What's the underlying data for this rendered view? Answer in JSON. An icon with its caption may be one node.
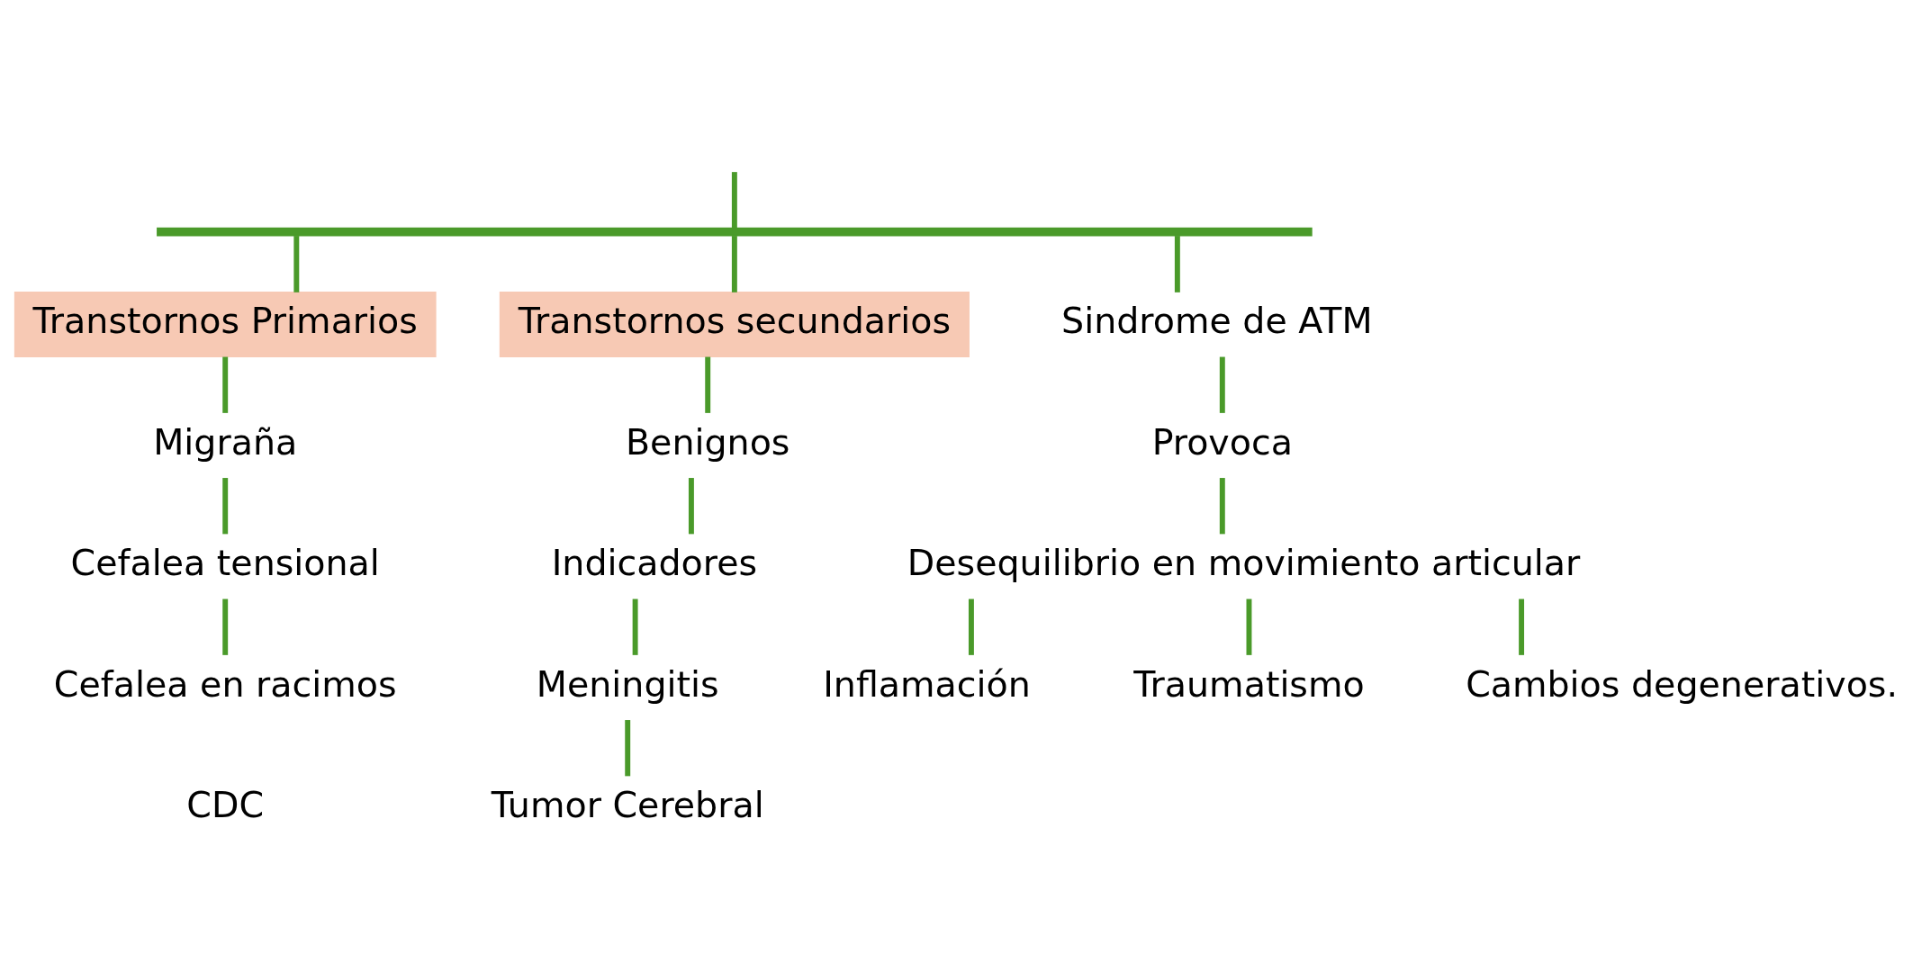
{
  "diagram": {
    "nodes": [
      {
        "text": [],
        "shape": "bar"
      },
      {
        "text": [
          "Transtornos Primarios"
        ]
      },
      {
        "text": [
          "Transtornos secundarios"
        ]
      },
      {
        "text": [
          "Sindrome de ATM"
        ]
      },
      {
        "text": [
          "Migraña"
        ]
      },
      {
        "text": [
          "Cefalea tensional"
        ]
      },
      {
        "text": [
          "Cefalea en racimos"
        ]
      },
      {
        "text": [
          "Benignos"
        ]
      },
      {
        "text": [
          "Indicadores"
        ]
      },
      {
        "text": [
          "Meningitis"
        ]
      },
      {
        "text": [
          "Tumor Cerebral"
        ]
      },
      {
        "text": [
          "Provoca"
        ]
      },
      {
        "text": [
          "Desequilibrio en movimiento articular"
        ]
      },
      {
        "text": [
          "Inflamación"
        ]
      },
      {
        "text": [
          "Traumatismo"
        ]
      },
      {
        "text": [
          "Cambios degenerativos."
        ]
      }
    ],
    "edges": [
      {
        "from": null,
        "to": 0,
        "arrow": "none"
      },
      {
        "from": 0,
        "to": 1,
        "arrow": "none"
      },
      {
        "from": 0,
        "to": 2,
        "arrow": "none"
      },
      {
        "from": 0,
        "to": 3,
        "arrow": "none"
      },
      {
        "from": 1,
        "to": 4,
        "arrow": "none"
      },
      {
        "from": 4,
        "to": 5,
        "arrow": "none"
      },
      {
        "from": 5,
        "to": 6,
        "arrow": "none"
      },
      {
        "from": 2,
        "to": 7,
        "arrow": "none"
      },
      {
        "from": 7,
        "to": 8,
        "arrow": "none"
      },
      {
        "from": 8,
        "to": 9,
        "arrow": "none"
      },
      {
        "from": 9,
        "to": 10,
        "arrow": "none"
      },
      {
        "from": 3,
        "to": 11,
        "arrow": "none"
      },
      {
        "from": 11,
        "to": 12,
        "arrow": "none"
      },
      {
        "from": 12,
        "to": 13,
        "arrow": "none"
      },
      {
        "from": 12,
        "to": 14,
        "arrow": "none"
      },
      {
        "from": 12,
        "to": 15,
        "arrow": "none"
      }
    ],
    "labels": [
      "CDC"
    ]
  }
}
